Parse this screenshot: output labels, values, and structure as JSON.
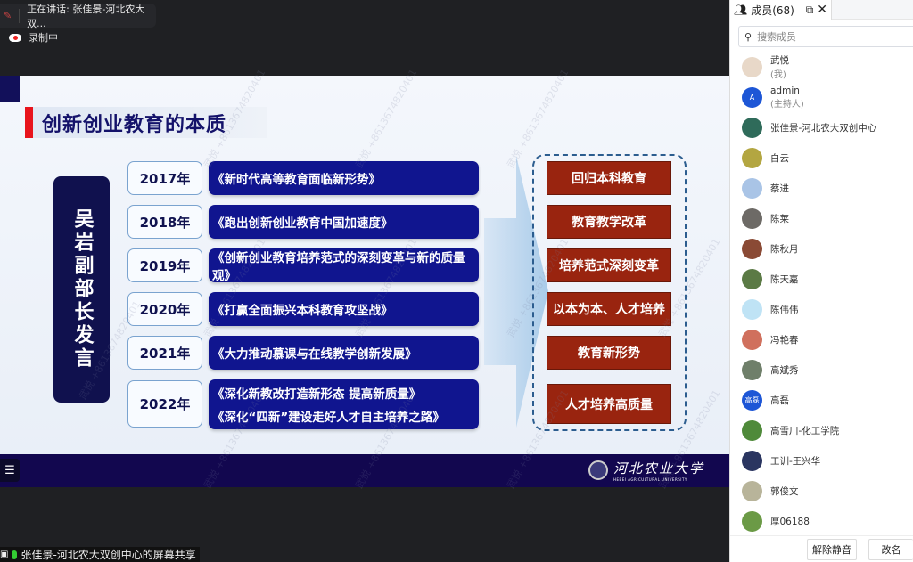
{
  "meeting": {
    "speaking_label": "正在讲话: 张佳景-河北农大双...",
    "recording_label": "录制中",
    "share_label": "张佳景-河北农大双创中心的屏幕共享"
  },
  "slide": {
    "title": "创新创业教育的本质",
    "speaker": "吴岩副部长发言",
    "rows": [
      {
        "year": "2017年",
        "docs": [
          "《新时代高等教育面临新形势》"
        ]
      },
      {
        "year": "2018年",
        "docs": [
          "《跑出创新创业教育中国加速度》"
        ]
      },
      {
        "year": "2019年",
        "docs": [
          "《创新创业教育培养范式的深刻变革与新的质量观》"
        ]
      },
      {
        "year": "2020年",
        "docs": [
          "《打赢全面振兴本科教育攻坚战》"
        ]
      },
      {
        "year": "2021年",
        "docs": [
          "《大力推动慕课与在线教学创新发展》"
        ]
      },
      {
        "year": "2022年",
        "docs": [
          "《深化新教改打造新形态 提高新质量》",
          "《深化“四新”建设走好人才自主培养之路》"
        ]
      }
    ],
    "essence": [
      "回归本科教育",
      "教育教学改革",
      "培养范式深刻变革",
      "以本为本、人才培养",
      "教育新形势",
      "人才培养高质量"
    ],
    "logo_cn": "河北农业大学",
    "logo_en": "HEBEI AGRICULTURAL UNIVERSITY",
    "watermark": "武悦 +8613674820401"
  },
  "panel": {
    "tab_label": "成员(68)",
    "search_placeholder": "搜索成员",
    "members": [
      {
        "name": "武悦",
        "sub": "(我)",
        "color": "#e8d8c8"
      },
      {
        "name": "admin",
        "sub": "(主持人)",
        "initial": "A",
        "color": "#1d56d6"
      },
      {
        "name": "张佳景-河北农大双创中心",
        "color": "#2f6b5a"
      },
      {
        "name": "白云",
        "color": "#b3a641"
      },
      {
        "name": "蔡进",
        "color": "#a9c4e6"
      },
      {
        "name": "陈莱",
        "color": "#6d6a66"
      },
      {
        "name": "陈秋月",
        "color": "#8a4a35"
      },
      {
        "name": "陈天嘉",
        "color": "#5b7a45"
      },
      {
        "name": "陈伟伟",
        "color": "#bfe3f5"
      },
      {
        "name": "冯艳春",
        "color": "#d0705d"
      },
      {
        "name": "高斌秀",
        "color": "#6f7f6a"
      },
      {
        "name": "高磊",
        "initial": "高磊",
        "color": "#1d56d6"
      },
      {
        "name": "高雪川-化工学院",
        "color": "#4f8a3a"
      },
      {
        "name": "工训-王兴华",
        "color": "#2a3560"
      },
      {
        "name": "郭俊文",
        "color": "#b8b49a"
      },
      {
        "name": "厚06188",
        "color": "#6b9a46"
      }
    ],
    "unmute_label": "解除静音",
    "rename_label": "改名"
  }
}
